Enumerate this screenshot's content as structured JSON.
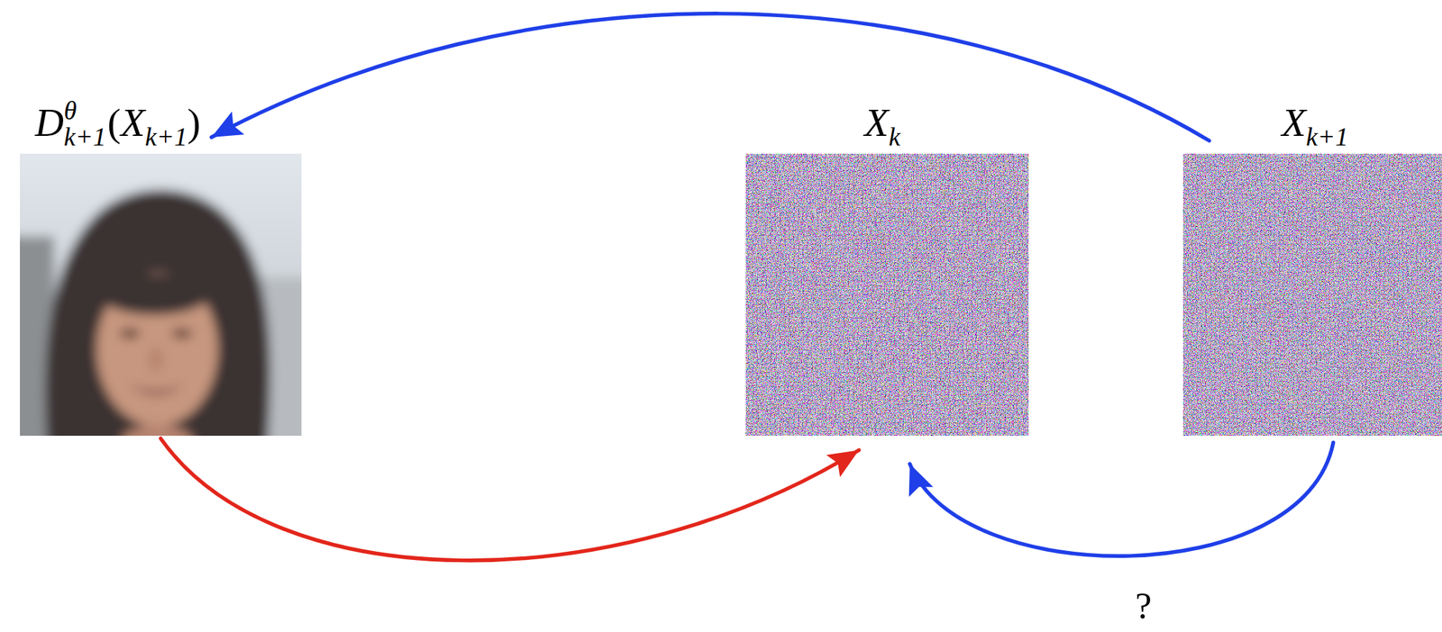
{
  "diagram": {
    "nodes": [
      {
        "text": [
          "D",
          "θ",
          "k+1",
          "(",
          "X",
          "k+1",
          ")"
        ]
      },
      {
        "text": [
          "X",
          "k"
        ]
      },
      {
        "text": [
          "X",
          "k+1"
        ]
      }
    ],
    "edges": [
      {
        "from": 2,
        "to": 0,
        "arrow": "to"
      },
      {
        "from": 0,
        "to": 1,
        "arrow": "to"
      },
      {
        "from": 2,
        "to": 1,
        "arrow": "to",
        "label": "?"
      }
    ]
  }
}
